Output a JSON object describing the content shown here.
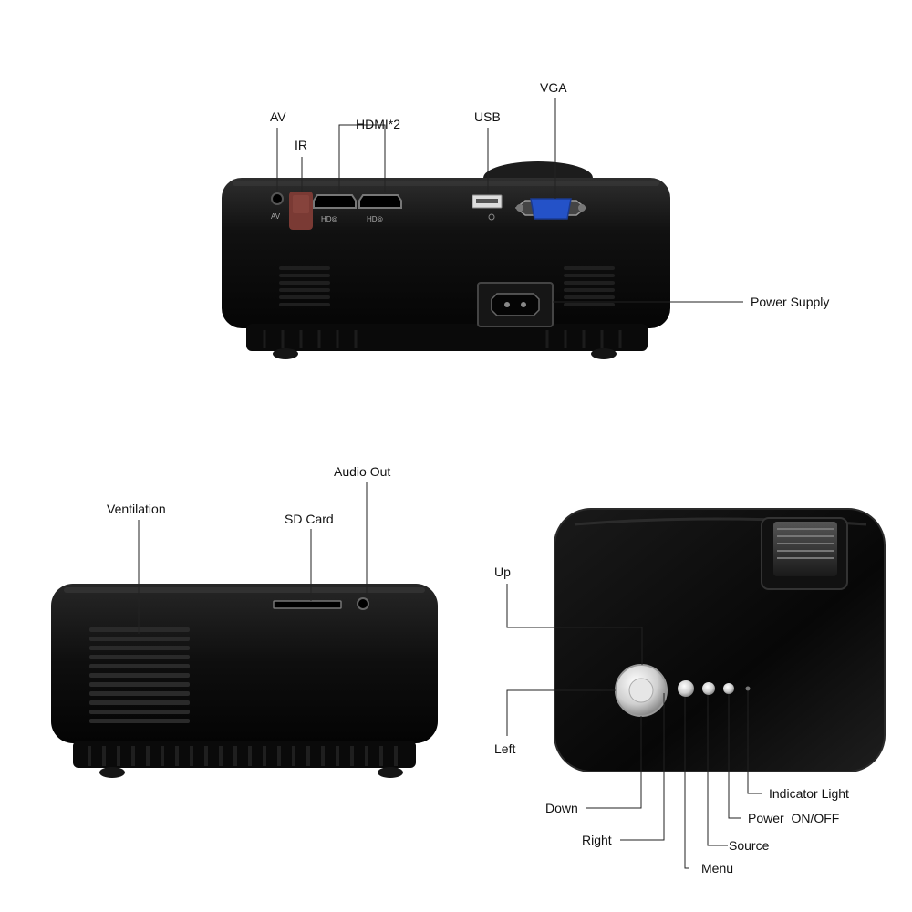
{
  "labels": {
    "av": "AV",
    "ir": "IR",
    "hdmi": "HDMI*2",
    "usb": "USB",
    "vga": "VGA",
    "power_supply": "Power Supply",
    "ventilation": "Ventilation",
    "sd_card": "SD Card",
    "audio_out": "Audio Out",
    "up": "Up",
    "left": "Left",
    "down": "Down",
    "right": "Right",
    "menu": "Menu",
    "source": "Source",
    "power_on_off": "Power  ON/OFF",
    "indicator_light": "Indicator Light"
  },
  "port_marks": {
    "av_mark": "AV",
    "hdmi_mark_1": "HD⦾",
    "hdmi_mark_2": "HD⦾"
  },
  "colors": {
    "body": "#0c0c0c",
    "body_highlight": "#2a2a2a",
    "vga_port": "#2452c8",
    "ir_window": "#7a3a34",
    "callout_line": "#222222"
  }
}
